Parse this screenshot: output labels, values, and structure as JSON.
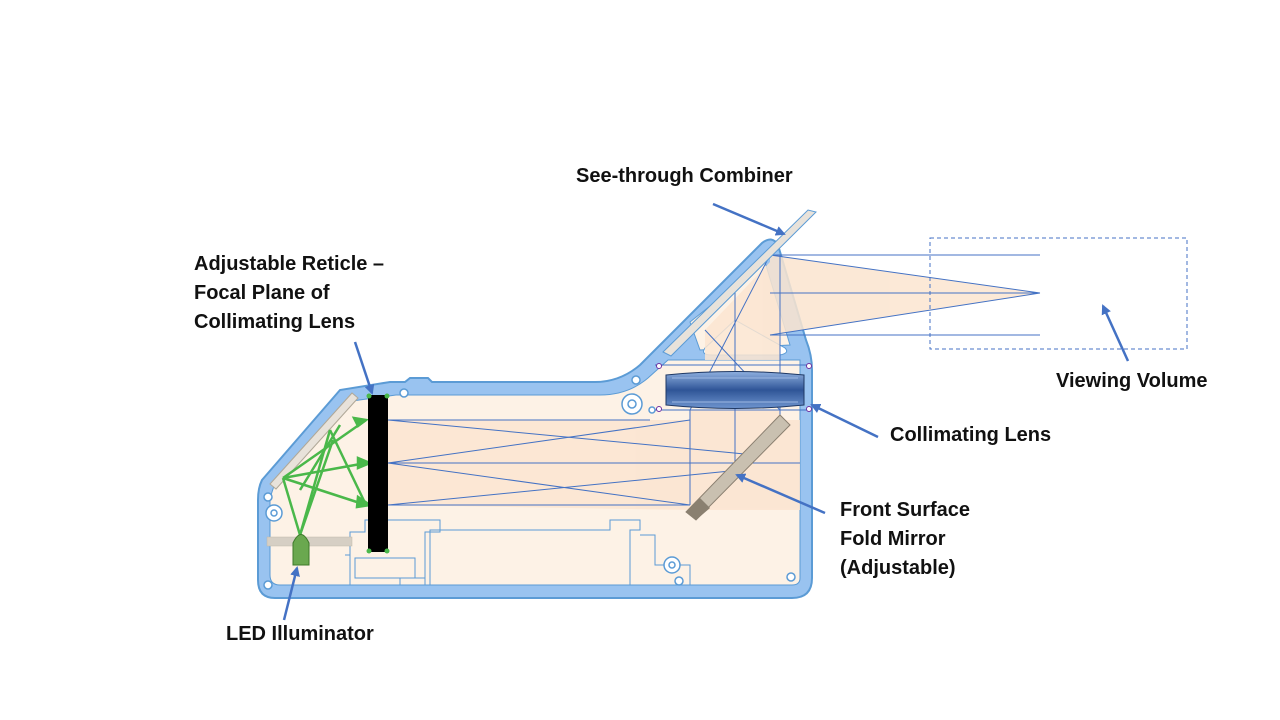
{
  "labels": {
    "combiner": "See-through Combiner",
    "reticle": [
      "Adjustable Reticle –",
      "Focal Plane of",
      "Collimating Lens"
    ],
    "viewing_volume": "Viewing Volume",
    "collimating_lens": "Collimating Lens",
    "fold_mirror": [
      "Front Surface",
      "Fold Mirror",
      "(Adjustable)"
    ],
    "led": "LED Illuminator"
  },
  "colors": {
    "housing": "#5b9bd5",
    "housing_fill": "#99c3f0",
    "interior": "#fdf2e6",
    "beam_fill": "#fbe5d0",
    "ray_line": "#4472c4",
    "arrow": "#4472c4",
    "led_rays": "#4ab84a",
    "reticle": "#000000",
    "led": "#6aa84f",
    "mirror": "#c9c0b0",
    "lens": "#2f5597",
    "text": "#111111"
  }
}
